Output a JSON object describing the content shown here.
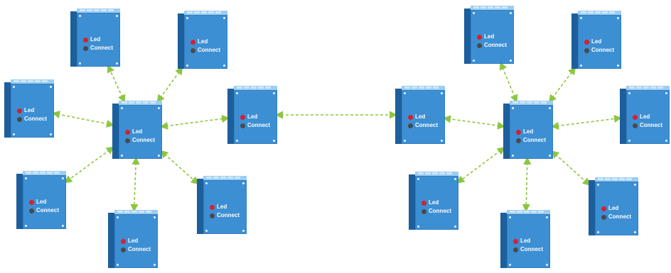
{
  "node_labels": {
    "led": "Led",
    "connect": "Connect"
  },
  "colors": {
    "box_face": "#3d8fd4",
    "box_side": "#1d5f9d",
    "box_top": "#9dcdf0",
    "led_indicator": "#d6202e",
    "connect_indicator": "#4a4a4a",
    "link": "#8cc63f"
  },
  "clusters": [
    {
      "name": "left-cluster",
      "nodes": [
        "hub",
        "top-left",
        "top-right",
        "far-left",
        "right-bridge",
        "bottom-left",
        "bottom",
        "bottom-right"
      ]
    },
    {
      "name": "right-cluster",
      "nodes": [
        "hub",
        "left-bridge",
        "top-left",
        "top-right",
        "far-right",
        "bottom-left",
        "bottom",
        "bottom-right"
      ]
    }
  ],
  "links": [
    {
      "from": "left-cluster.hub",
      "to": "left-cluster.top-left"
    },
    {
      "from": "left-cluster.hub",
      "to": "left-cluster.top-right"
    },
    {
      "from": "left-cluster.hub",
      "to": "left-cluster.far-left"
    },
    {
      "from": "left-cluster.hub",
      "to": "left-cluster.right-bridge"
    },
    {
      "from": "left-cluster.hub",
      "to": "left-cluster.bottom-left"
    },
    {
      "from": "left-cluster.hub",
      "to": "left-cluster.bottom"
    },
    {
      "from": "left-cluster.hub",
      "to": "left-cluster.bottom-right"
    },
    {
      "from": "left-cluster.right-bridge",
      "to": "right-cluster.left-bridge"
    },
    {
      "from": "right-cluster.hub",
      "to": "right-cluster.left-bridge"
    },
    {
      "from": "right-cluster.hub",
      "to": "right-cluster.top-left"
    },
    {
      "from": "right-cluster.hub",
      "to": "right-cluster.top-right"
    },
    {
      "from": "right-cluster.hub",
      "to": "right-cluster.far-right"
    },
    {
      "from": "right-cluster.hub",
      "to": "right-cluster.bottom-left"
    },
    {
      "from": "right-cluster.hub",
      "to": "right-cluster.bottom"
    },
    {
      "from": "right-cluster.hub",
      "to": "right-cluster.bottom-right"
    }
  ]
}
